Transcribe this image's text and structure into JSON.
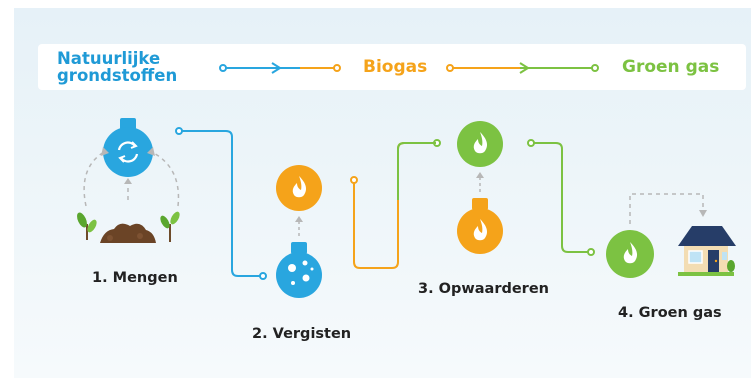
{
  "banner": {
    "source_line1": "Natuurlijke",
    "source_line2": "grondstoffen",
    "middle": "Biogas",
    "end": "Groen gas"
  },
  "steps": [
    {
      "label": "1. Mengen",
      "icon": "recycle-flask-icon"
    },
    {
      "label": "2. Vergisten",
      "icon": "bubbling-flask-icon"
    },
    {
      "label": "3. Opwaarderen",
      "icon": "flame-flask-icon"
    },
    {
      "label": "4. Groen gas",
      "icon": "house-icon"
    }
  ],
  "colors": {
    "blue": "#29a6df",
    "orange": "#f5a31a",
    "green": "#7cc242",
    "dark": "#222222"
  }
}
